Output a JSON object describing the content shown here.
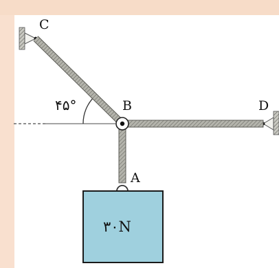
{
  "diagram": {
    "labels": {
      "C": "C",
      "B": "B",
      "D": "D",
      "A": "A",
      "angle": "۴۵°"
    },
    "weight": "۳۰N",
    "colors": {
      "background": "#f9e0cf",
      "panel": "#ffffff",
      "rope": "#9b9b93",
      "box_fill": "#9fd0de",
      "box_stroke": "#1a1a1a",
      "wall": "#8a8a82"
    }
  }
}
